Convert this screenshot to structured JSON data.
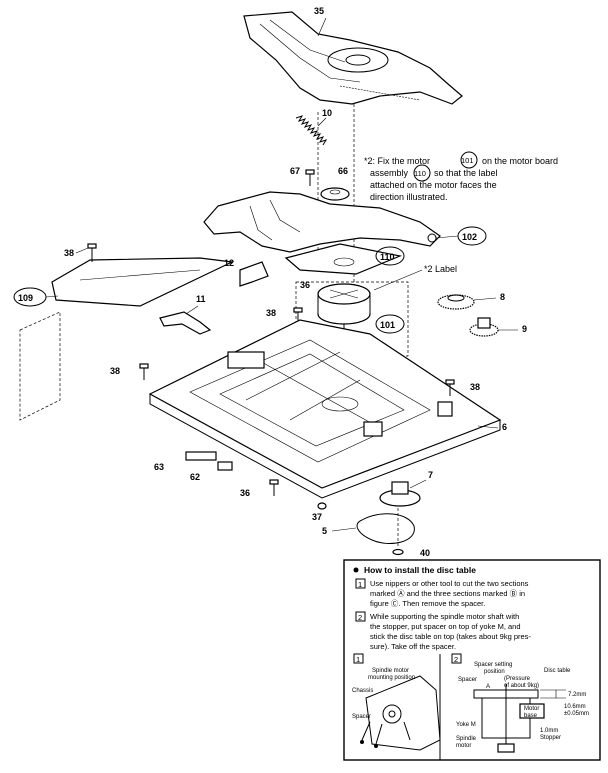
{
  "parts": {
    "p35": "35",
    "p10": "10",
    "p67": "67",
    "p66": "66",
    "p38a": "38",
    "p12": "12",
    "p109": "109",
    "p11": "11",
    "p36": "36",
    "p38b": "38",
    "p38c": "38",
    "p110": "110",
    "p101": "101",
    "p102": "102",
    "p8": "8",
    "p9": "9",
    "p38d": "38",
    "p6": "6",
    "p63": "63",
    "p62": "62",
    "p36b": "36",
    "p37": "37",
    "p7": "7",
    "p5": "5",
    "p40": "40"
  },
  "note": {
    "line1a": "*2: Fix the motor",
    "line1b": "on the motor board",
    "circ1": "101",
    "line2a": "assembly",
    "circ2": "110",
    "line2b": "so that the label",
    "line3": "attached on the motor faces the",
    "line4": "direction illustrated."
  },
  "label2": "*2 Label",
  "inset": {
    "title": "How to install the disc table",
    "step1_num": "1",
    "step1_l1": "Use nippers or other tool to cut the two sections",
    "step1_l2": "marked Ⓐ and the three sections marked Ⓑ in",
    "step1_l3": "figure Ⓒ. Then remove the spacer.",
    "step2_num": "2",
    "step2_l1": "While supporting the spindle motor shaft with",
    "step2_l2": "the stopper, put spacer on top of yoke M, and",
    "step2_l3": "stick the disc table on top (takes about 9kg pres-",
    "step2_l4": "sure). Take off the spacer.",
    "fig1": "1",
    "fig2": "2",
    "f1_l1": "Spindle motor",
    "f1_l2": "mounting position",
    "f1_chassis": "Chassis",
    "f1_spacer": "Spacer",
    "f2_setting1": "Spacer setting",
    "f2_setting2": "position",
    "f2_spacer": "Spacer",
    "f2_ab": "A",
    "f2_press1": "(Pressure",
    "f2_press2": "of about 9kg)",
    "f2_disc": "Disc table",
    "f2_dim1": "7.2mm",
    "f2_dim2": "10.6mm",
    "f2_dim3": "±0.05mm",
    "f2_motor1": "Motor",
    "f2_motor2": "base",
    "f2_yoke": "Yoke M",
    "f2_sp1": "Spindle",
    "f2_sp2": "motor",
    "f2_stop1": "1.0mm",
    "f2_stop2": "Stopper"
  }
}
